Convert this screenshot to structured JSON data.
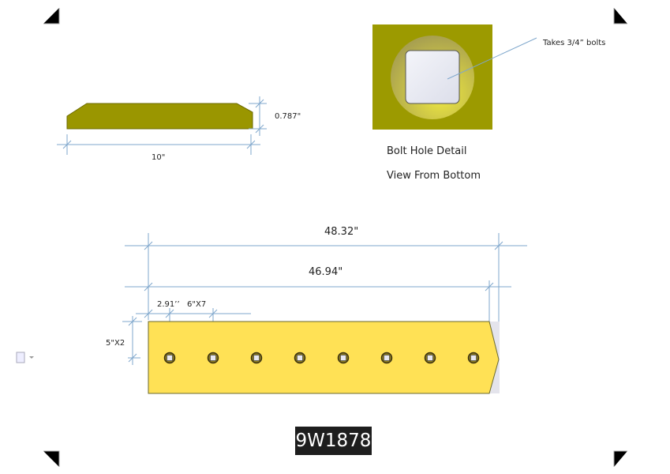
{
  "profile_view": {
    "height_label": "0.787\"",
    "length_label": "10\""
  },
  "bolt_detail": {
    "callout": "Takes 3/4”  bolts",
    "title": "Bolt Hole Detail",
    "subtitle": "View From Bottom"
  },
  "top_view": {
    "overall_length": "48.32\"",
    "edge_length": "46.94\"",
    "first_hole_offset": "2.91’’",
    "hole_spacing": "6\"X7",
    "hole_height": "5\"X2",
    "hole_count": 8
  },
  "part_number": "9W1878",
  "colors": {
    "profile": "#9a9600",
    "blade": "#ffe155",
    "label_bg": "#1e1e1e"
  }
}
